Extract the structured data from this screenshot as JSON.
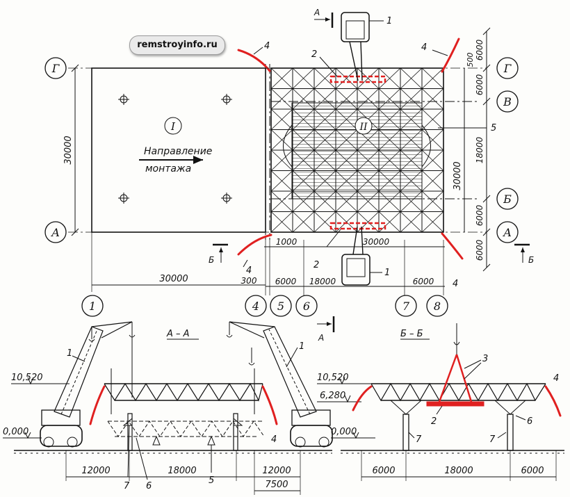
{
  "watermark": "remstroyinfo.ru",
  "plan": {
    "axis_rows_left": [
      "Г",
      "А"
    ],
    "axis_rows_right": [
      "Г",
      "В",
      "Б",
      "А"
    ],
    "axis_columns": [
      "1",
      "4",
      "5",
      "6",
      "7",
      "8"
    ],
    "zone_1_label": "I",
    "zone_2_label": "II",
    "direction_text_1": "Направление",
    "direction_text_2": "монтажа",
    "section_a_letter": "А",
    "section_b_letter": "Б",
    "dims": {
      "left_height": "30000",
      "bottom_left": "30000",
      "gap_300": "300",
      "gap_1000": "1000",
      "span_30000": "30000",
      "d6000_left": "6000",
      "d18000": "18000",
      "d6000_right": "6000",
      "r_6000_top": "6000",
      "r_500": "500",
      "r_6000_2": "6000",
      "r_18000": "18000",
      "r_30000": "30000",
      "r_6000_3": "6000",
      "r_6000_4": "6000"
    },
    "callouts": [
      "1",
      "2",
      "4",
      "4",
      "5",
      "4",
      "2",
      "1",
      "4"
    ]
  },
  "section_aa": {
    "title": "А – А",
    "elev_top": "10,520",
    "elev_zero": "0,000",
    "dims": [
      "12000",
      "18000",
      "12000",
      "7500"
    ],
    "callouts": [
      "1",
      "1",
      "7",
      "6",
      "5",
      "4"
    ]
  },
  "section_bb": {
    "title": "Б – Б",
    "elev_top": "10,520",
    "elev_mid": "6,280",
    "elev_zero": "0,000",
    "dims": [
      "6000",
      "18000",
      "6000"
    ],
    "callouts": [
      "3",
      "2",
      "6",
      "7",
      "7",
      "4"
    ]
  },
  "colors": {
    "ink": "#111111",
    "accent": "#e02020",
    "badge_bg": "#eaeaea"
  }
}
